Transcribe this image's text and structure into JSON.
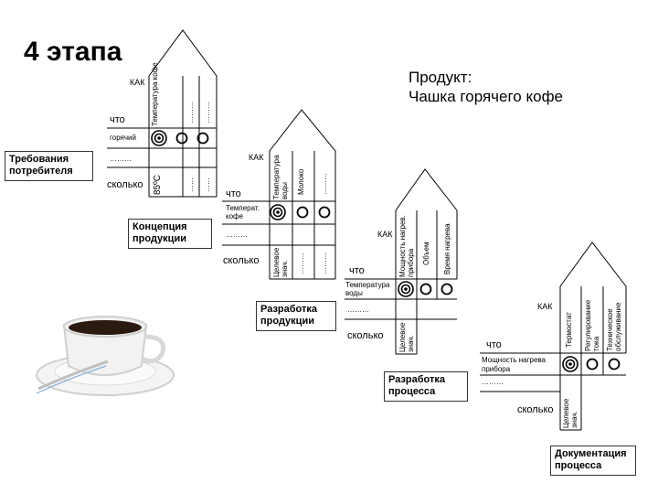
{
  "title": "4 этапа",
  "product": "Продукт:\nЧашка горячего кофе",
  "stage_labels": {
    "customer_requirements": "Требования потребителя",
    "product_concept": "Концепция продукции",
    "product_development": "Разработка продукции",
    "process_development": "Разработка процесса",
    "process_documentation": "Документация процесса"
  },
  "house1": {
    "kak": "КАК",
    "chto": "что",
    "skolko": "сколько",
    "hows": [
      "Температура кофе",
      "………",
      "………"
    ],
    "whats": [
      "горячий",
      "………"
    ],
    "targets": [
      "85ºC",
      "……",
      "……"
    ]
  },
  "house2": {
    "kak": "КАК",
    "chto": "что",
    "skolko": "сколько",
    "hows": [
      "Температура воды",
      "Молоко",
      "………"
    ],
    "whats": [
      "Температ. кофе",
      "………"
    ],
    "targets": [
      "Целевое знач.",
      "………",
      "………"
    ]
  },
  "house3": {
    "kak": "КАК",
    "chto": "что",
    "skolko": "сколько",
    "hows": [
      "Мощность нагрев. прибора",
      "Объем",
      "Время нагрева"
    ],
    "whats": [
      "Температура воды",
      "………"
    ],
    "targets": [
      "Целевое знач."
    ]
  },
  "house4": {
    "kak": "КАК",
    "chto": "что",
    "skolko": "сколько",
    "hows": [
      "Термостат",
      "Регулирование тока",
      "Техническое обслуживание"
    ],
    "whats": [
      "Мощность нагрева прибора",
      "………"
    ],
    "targets": [
      "Целевое знач."
    ]
  }
}
